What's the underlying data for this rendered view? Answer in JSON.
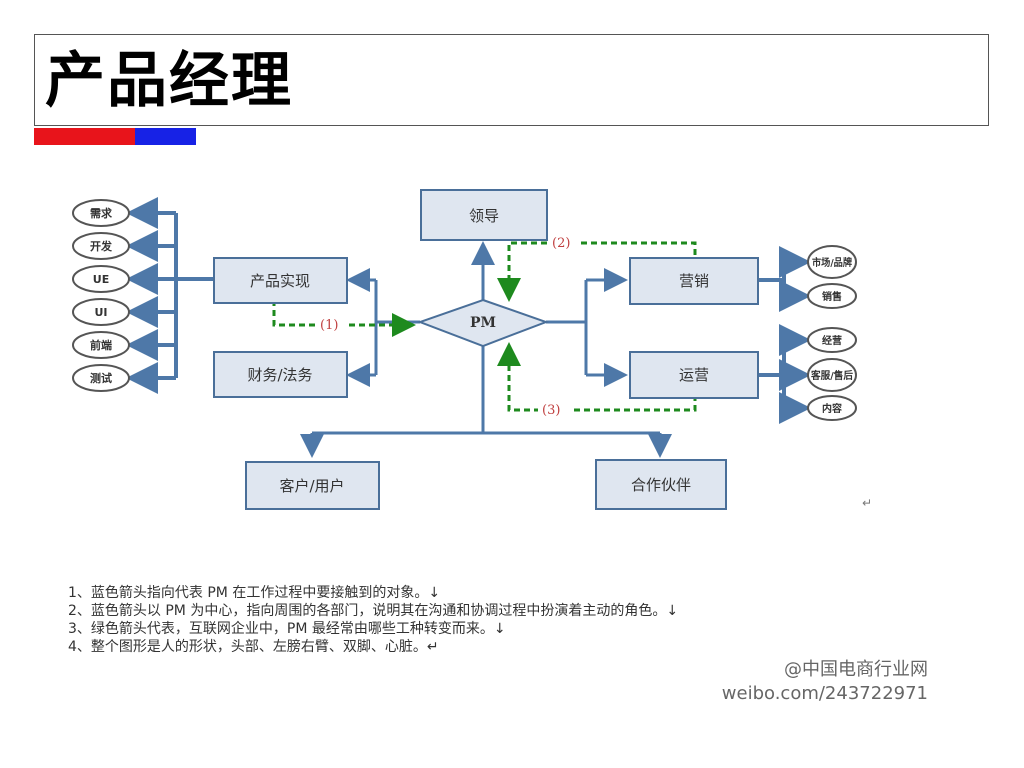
{
  "title": "产品经理",
  "colors": {
    "accent_red": "#e8141b",
    "accent_blue": "#1722e6",
    "arrow_blue": "#4e78a8",
    "arrow_green": "#1e8a1e",
    "box_fill": "#dfe6f0",
    "box_border": "#4a6f99"
  },
  "diagram": {
    "center": "PM",
    "top_box": "领导",
    "left_boxes": [
      "产品实现",
      "财务/法务"
    ],
    "left_ovals": [
      "需求",
      "开发",
      "UE",
      "UI",
      "前端",
      "测试"
    ],
    "right_boxes": [
      "营销",
      "运营"
    ],
    "marketing_ovals": [
      "市场/品牌",
      "销售"
    ],
    "operations_ovals": [
      "经营",
      "客服/售后",
      "内容"
    ],
    "bottom_boxes": [
      "客户/用户",
      "合作伙伴"
    ],
    "green_labels": [
      "(1)",
      "(2)",
      "(3)"
    ]
  },
  "notes": [
    "1、蓝色箭头指向代表 PM 在工作过程中要接触到的对象。↓",
    "2、蓝色箭头以 PM 为中心，指向周围的各部门，说明其在沟通和协调过程中扮演着主动的角色。↓",
    "3、绿色箭头代表，互联网企业中，PM 最经常由哪些工种转变而来。↓",
    "4、整个图形是人的形状，头部、左膀右臂、双脚、心脏。↵"
  ],
  "watermark": {
    "line1": "@中国电商行业网",
    "line2": "weibo.com/243722971"
  },
  "return_mark": "↵"
}
